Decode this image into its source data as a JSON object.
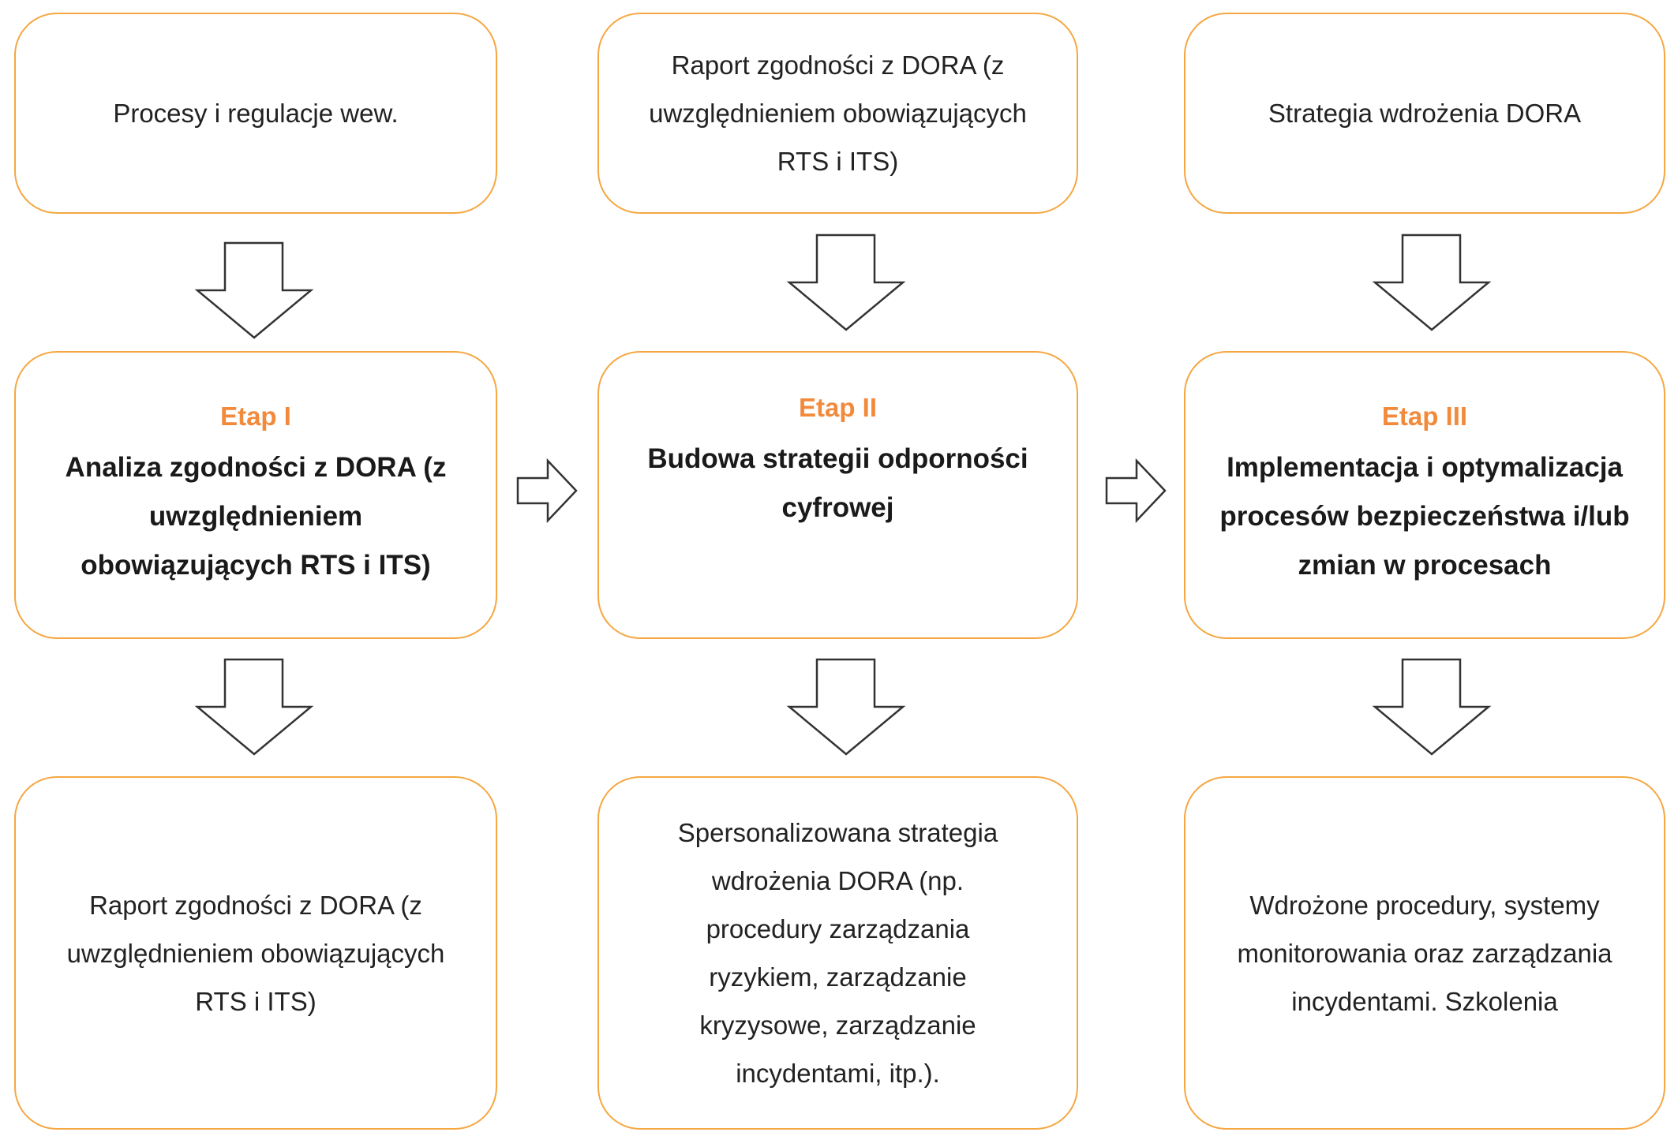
{
  "columns": [
    {
      "input": "Procesy i regulacje wew.",
      "stage_label": "Etap I",
      "stage_title": "Analiza zgodności z DORA (z uwzględnieniem obowiązujących RTS i ITS)",
      "output": "Raport zgodności z DORA (z uwzględnieniem obowiązujących RTS i ITS)"
    },
    {
      "input": "Raport zgodności z DORA (z uwzględnieniem obowiązujących RTS i ITS)",
      "stage_label": "Etap II",
      "stage_title": "Budowa strategii odporności cyfrowej",
      "output": "Spersonalizowana strategia wdrożenia DORA (np. procedury zarządzania ryzykiem, zarządzanie kryzysowe, zarządzanie incydentami, itp.)."
    },
    {
      "input": "Strategia wdrożenia DORA",
      "stage_label": "Etap III",
      "stage_title": "Implementacja i optymalizacja procesów bezpieczeństwa i/lub zmian w procesach",
      "output": "Wdrożone procedury, systemy monitorowania oraz zarządzania incydentami. Szkolenia"
    }
  ],
  "colors": {
    "box_border": "#f5a742",
    "stage_label": "#f28a3c",
    "arrow_stroke": "#333333"
  },
  "icons": {
    "down_arrow": "down-arrow-icon",
    "right_arrow": "right-arrow-icon"
  }
}
